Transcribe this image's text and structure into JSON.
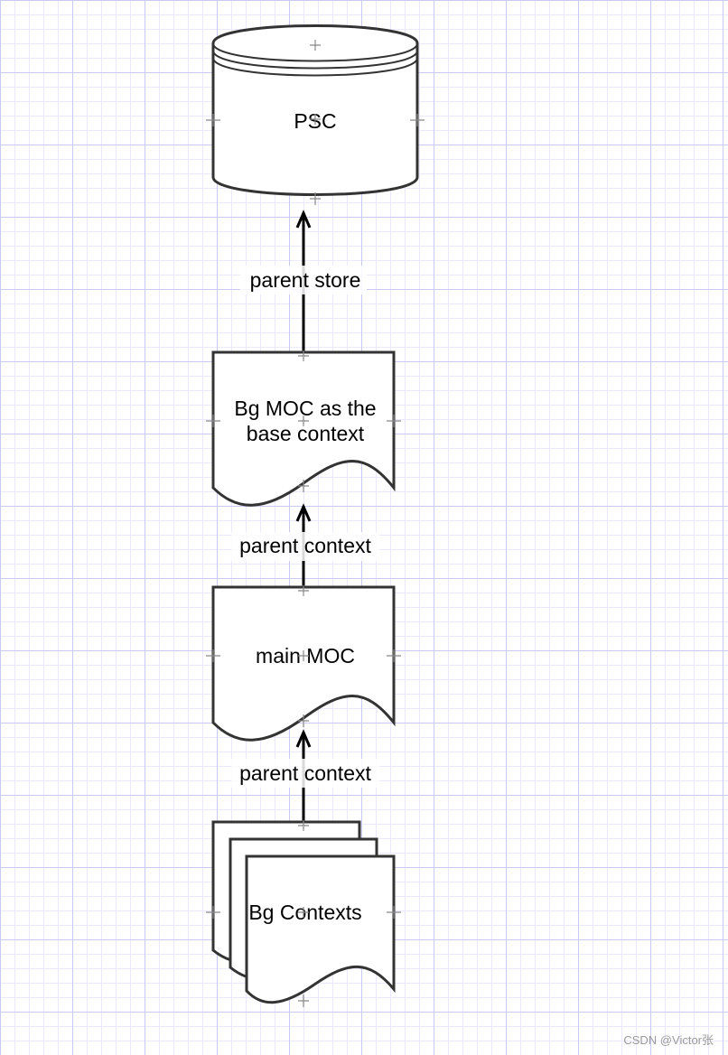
{
  "diagram": {
    "nodes": {
      "psc": {
        "label": "PSC",
        "shape": "database"
      },
      "bg_moc": {
        "label_line1": "Bg MOC  as the",
        "label_line2": "base context",
        "shape": "document"
      },
      "main_moc": {
        "label": "main MOC",
        "shape": "document"
      },
      "bg_contexts": {
        "label": "Bg Contexts",
        "shape": "multi-document"
      }
    },
    "edges": {
      "parent_store": {
        "from": "bg_moc",
        "to": "psc",
        "label": "parent store"
      },
      "parent_context_1": {
        "from": "main_moc",
        "to": "bg_moc",
        "label": "parent context"
      },
      "parent_context_2": {
        "from": "bg_contexts",
        "to": "main_moc",
        "label": "parent context"
      }
    }
  },
  "watermark": "CSDN @Victor张",
  "colors": {
    "stroke": "#333333",
    "arrow": "#000000",
    "grid_major": "#c9c9f3",
    "grid_minor": "#eaeafb"
  }
}
